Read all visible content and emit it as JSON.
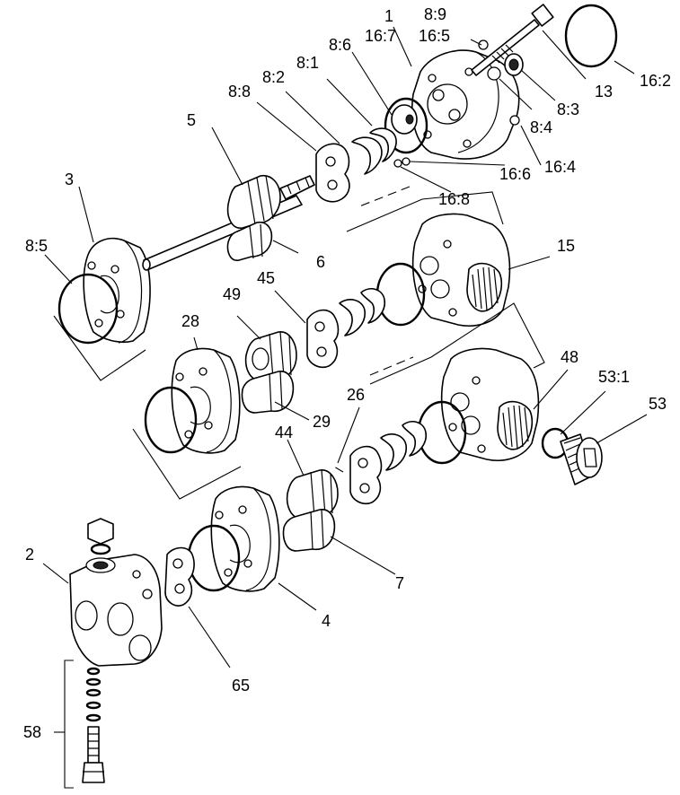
{
  "callouts": {
    "p1": "1",
    "p8_9": "8:9",
    "p16_7": "16:7",
    "p16_5": "16:5",
    "p8_6": "8:6",
    "p8_1": "8:1",
    "p8_2": "8:2",
    "p8_8": "8:8",
    "p5": "5",
    "p3": "3",
    "p8_5": "8:5",
    "p6": "6",
    "p13": "13",
    "p16_2": "16:2",
    "p8_3": "8:3",
    "p8_4": "8:4",
    "p16_4": "16:4",
    "p16_6": "16:6",
    "p16_8": "16:8",
    "p15": "15",
    "p28": "28",
    "p49": "49",
    "p45": "45",
    "p29": "29",
    "p26": "26",
    "p48": "48",
    "p53_1": "53:1",
    "p53": "53",
    "p44": "44",
    "p7": "7",
    "p2": "2",
    "p4": "4",
    "p65": "65",
    "p58": "58"
  }
}
